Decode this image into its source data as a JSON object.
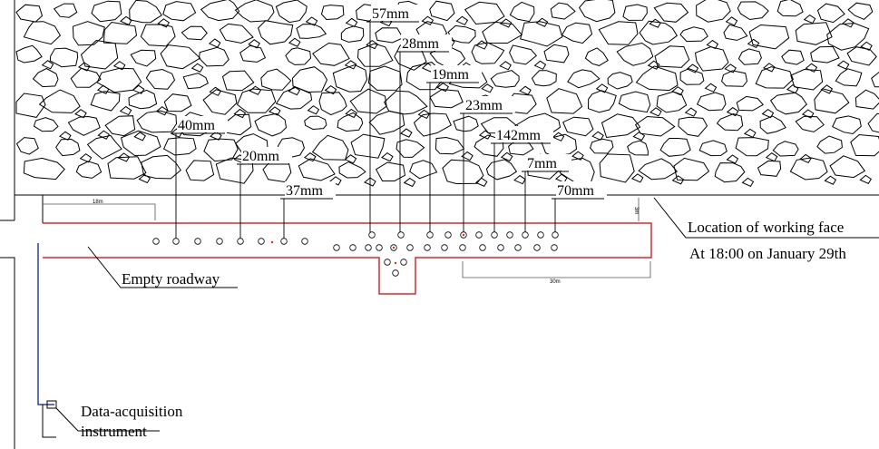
{
  "labels": {
    "empty_roadway": "Empty roadway",
    "working_face_line1": "Location of working face",
    "working_face_line2": "At 18:00 on January 29th",
    "daq_line1": "Data-acquisition",
    "daq_line2": "instrument"
  },
  "dimensions": {
    "left_length": "18m",
    "right_length": "30m",
    "height": "3m"
  },
  "measurements": [
    "57mm",
    "28mm",
    "19mm",
    "23mm",
    "142mm",
    "7mm",
    "70mm",
    "40mm",
    "20mm",
    "37mm"
  ],
  "colors": {
    "roadway_outline": "#e0262d",
    "instrument_line": "#2b3fae",
    "ink": "#000000"
  }
}
